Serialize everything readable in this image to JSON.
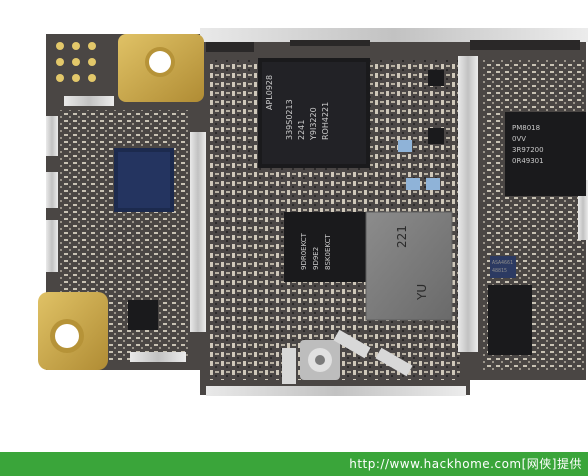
{
  "photo": {
    "chips": {
      "cpu_top_lines": [
        "APL0928",
        "339S0213",
        "2241",
        "Y9I3220",
        "ROH4221"
      ],
      "ic_right_lines": [
        "PM8018",
        "0VV",
        "3R97200",
        "0R49301"
      ],
      "ic_mid_lines": [
        "9DR0EKCT",
        "9D9E2",
        "8SK0EKCT"
      ],
      "gray_chip_line1": "221",
      "gray_chip_line2": "YU",
      "small_ic_lines": [
        "ASA4661",
        "48815"
      ]
    },
    "colors": {
      "board": "#4a4644",
      "gold": "#c9a646",
      "chip_black": "#1a1a1c",
      "chip_blue": "#1c2a4e",
      "shield_silver": "#d4d4d4",
      "banner_green": "#3aa53a"
    }
  },
  "watermark": {
    "text": "http://www.hackhome.com[网侠]提供"
  }
}
